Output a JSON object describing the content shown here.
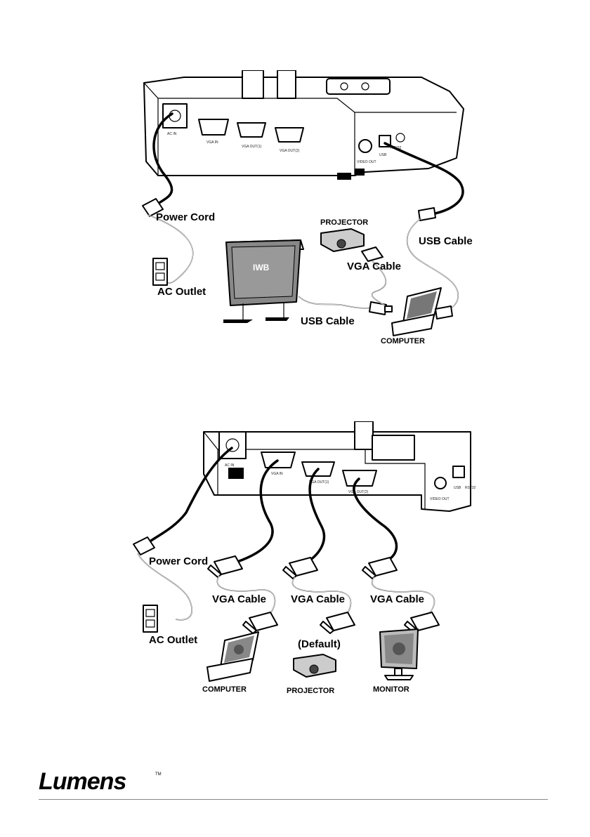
{
  "diagram1": {
    "ports": {
      "ac_in": "AC IN",
      "vga_in": "VGA IN",
      "vga_out1": "VGA OUT(1)",
      "vga_out2": "VGA OUT(2)",
      "video_out": "VIDEO OUT",
      "usb": "USB",
      "rs232": "RS232"
    },
    "labels": {
      "power_cord": "Power Cord",
      "ac_outlet": "AC Outlet",
      "projector": "PROJECTOR",
      "vga_cable": "VGA Cable",
      "usb_cable_right": "USB Cable",
      "iwb": "IWB",
      "usb_cable_bottom": "USB Cable",
      "computer": "COMPUTER"
    }
  },
  "diagram2": {
    "ports": {
      "ac_in": "AC IN",
      "vga_in": "VGA IN",
      "vga_out1": "VGA OUT(1)",
      "vga_out2": "VGA OUT(2)",
      "video_out": "VIDEO OUT",
      "usb": "USB",
      "rs232": "RS232"
    },
    "labels": {
      "power_cord": "Power Cord",
      "ac_outlet": "AC Outlet",
      "vga_cable_1": "VGA Cable",
      "vga_cable_2": "VGA Cable",
      "vga_cable_3": "VGA Cable",
      "default_note": "(Default)",
      "computer": "COMPUTER",
      "projector": "PROJECTOR",
      "monitor": "MONITOR"
    }
  },
  "footer": {
    "brand": "Lumens",
    "trademark": "TM"
  },
  "icons": [
    "power-plug-icon",
    "ac-outlet-icon",
    "projector-icon",
    "laptop-icon",
    "monitor-icon",
    "iwb-board-icon",
    "vga-connector-icon",
    "usb-connector-icon"
  ]
}
